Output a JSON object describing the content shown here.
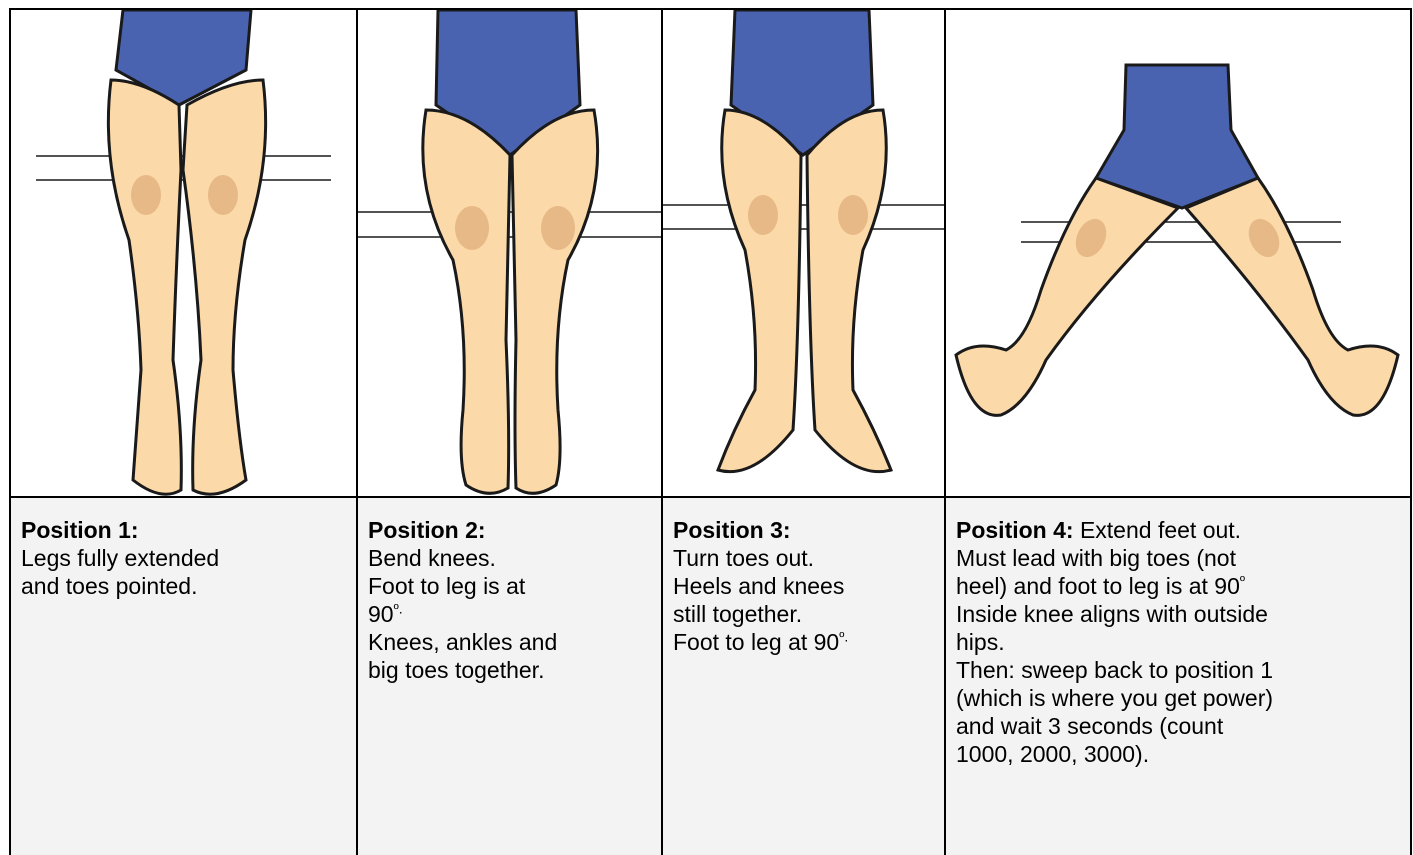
{
  "colors": {
    "skin": "#fbd9a8",
    "knee": "#e7b987",
    "leotard": "#4a63b0",
    "outline": "#1a1a1a",
    "caption_bg": "#f3f3f3"
  },
  "positions": [
    {
      "heading": "Position 1:",
      "lines": [
        "Legs fully extended",
        "and toes pointed."
      ]
    },
    {
      "heading": "Position 2:",
      "lines": [
        "Bend knees.",
        "Foot to leg is at",
        "90",
        "º.",
        "Knees, ankles and",
        "big toes together."
      ]
    },
    {
      "heading": "Position 3:",
      "lines": [
        "Turn toes out.",
        "Heels and knees",
        "still together.",
        "Foot to leg at 90",
        "º."
      ]
    },
    {
      "heading": "Position 4:",
      "inline": " Extend feet out.",
      "lines": [
        "Must lead with big toes (not",
        "heel) and foot to leg is at 90",
        "º",
        "Inside knee aligns with outside",
        "hips.",
        "Then: sweep back to position 1",
        "(which is where you get power)",
        "and wait 3 seconds (count",
        "1000, 2000, 3000)."
      ]
    }
  ]
}
